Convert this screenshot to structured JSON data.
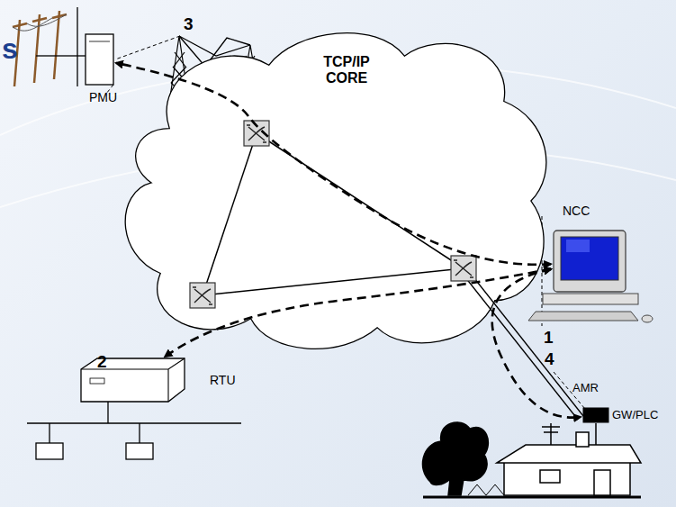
{
  "diagram": {
    "nodes": [
      {
        "text": [
          "PMU"
        ]
      },
      {
        "text": [
          "TCP/IP CORE"
        ]
      },
      {
        "text": [
          "NCC"
        ]
      },
      {
        "text": [
          "RTU"
        ]
      },
      {
        "text": [
          "GW/PLC"
        ]
      }
    ],
    "edges": [
      {
        "from": 2,
        "to": 0,
        "arrow": "both"
      },
      {
        "from": 2,
        "to": 3,
        "arrow": "both"
      },
      {
        "from": 2,
        "to": 4,
        "arrow": "both"
      }
    ],
    "labels": [
      "3",
      "2",
      "1",
      "4",
      "AMR",
      "s"
    ]
  }
}
